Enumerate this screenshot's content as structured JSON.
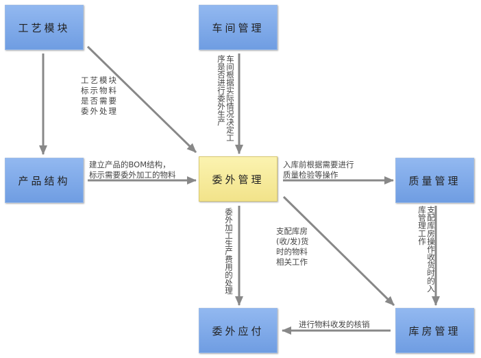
{
  "nodes": {
    "craft": "工艺模块",
    "workshop": "车间管理",
    "product": "产品结构",
    "outsource": "委外管理",
    "quality": "质量管理",
    "payable": "委外应付",
    "warehouse": "库房管理"
  },
  "edges": {
    "craft_to_outsource": "工艺模块\n标示物料\n是否需要\n委外处理",
    "workshop_to_outsource": "车间根据实际情况决定工序是否进行委外生产",
    "product_to_outsource": "建立产品的BOM结构，\n标示需要委外加工的物料",
    "outsource_to_quality": "入库前根据需要进行\n质量检验等操作",
    "outsource_to_payable": "委外加工生产费用的处理",
    "outsource_to_warehouse": "支配库房\n(收/发)货\n时的物料\n相关工作",
    "quality_to_warehouse": "支配库房操作收货时的入库管理工作",
    "warehouse_to_payable": "进行物料收发的核销"
  },
  "colors": {
    "node": "#7fa9e8",
    "highlight": "#f6ea9c",
    "arrow": "#888888"
  }
}
